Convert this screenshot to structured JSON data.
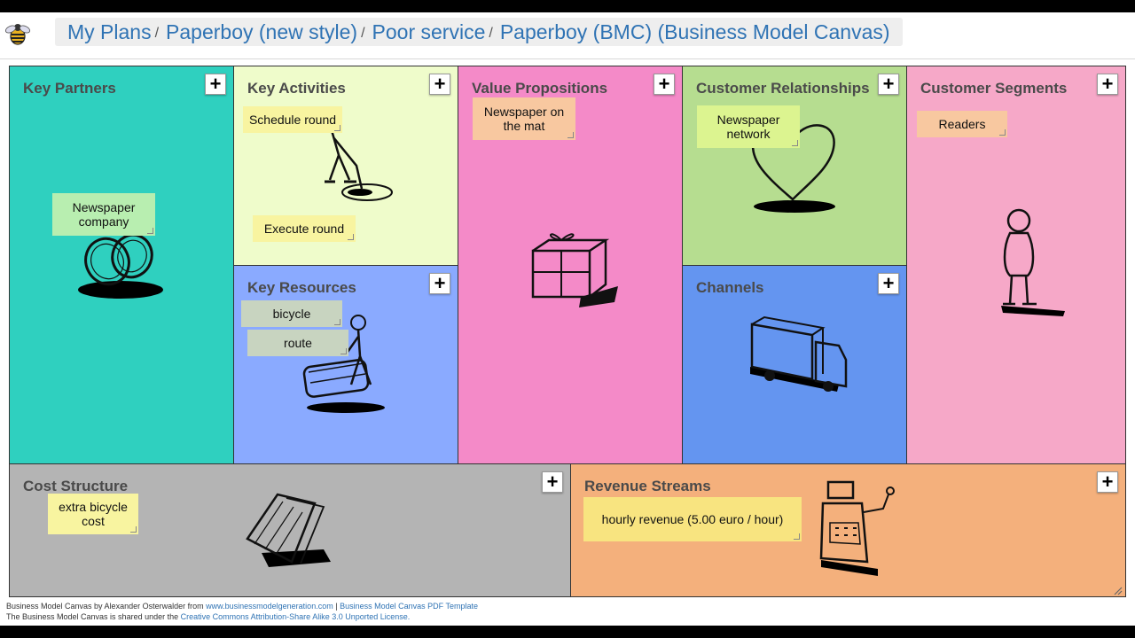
{
  "breadcrumb": {
    "items": [
      "My Plans",
      "Paperboy (new style)",
      "Poor service",
      "Paperboy (BMC) (Business Model Canvas)"
    ],
    "separator": "/"
  },
  "blocks": {
    "key_partners": {
      "title": "Key Partners",
      "notes": [
        "Newspaper company"
      ]
    },
    "key_activities": {
      "title": "Key Activities",
      "notes": [
        "Schedule round",
        "Execute round"
      ]
    },
    "key_resources": {
      "title": "Key Resources",
      "notes": [
        "bicycle",
        "route"
      ]
    },
    "value_propositions": {
      "title": "Value Propositions",
      "notes": [
        "Newspaper on the mat"
      ]
    },
    "customer_relationships": {
      "title": "Customer Relationships",
      "notes": [
        "Newspaper network"
      ]
    },
    "channels": {
      "title": "Channels",
      "notes": []
    },
    "customer_segments": {
      "title": "Customer Segments",
      "notes": [
        "Readers"
      ]
    },
    "cost_structure": {
      "title": "Cost Structure",
      "notes": [
        "extra bicycle cost"
      ]
    },
    "revenue_streams": {
      "title": "Revenue Streams",
      "notes": [
        "hourly revenue (5.00 euro / hour)"
      ]
    }
  },
  "add_label": "+",
  "footer": {
    "line1_prefix": "Business Model Canvas by Alexander Osterwalder from",
    "line1_link1": "www.businessmodelgeneration.com",
    "line1_sep": "|",
    "line1_link2": "Business Model Canvas PDF Template",
    "line2_prefix": "The Business Model Canvas is shared under the",
    "line2_link": "Creative Commons Attribution-Share Alike 3.0 Unported License."
  },
  "colors": {
    "key_partners": "#2fd0bf",
    "key_activities": "#effccb",
    "key_resources": "#8aaaff",
    "value_propositions": "#f48ac8",
    "customer_relationships": "#b6dd90",
    "channels": "#6495f0",
    "customer_segments": "#f6a8c8",
    "cost_structure": "#b4b4b4",
    "revenue_streams": "#f4b07c",
    "note_green": "#b8eeb0",
    "note_yellow": "#f8f4a0",
    "note_grey": "#c8d4c0",
    "note_peach": "#f8c8a0",
    "note_lime": "#dcf490",
    "breadcrumb_link": "#2f73b4"
  },
  "icons": [
    "bee-logo-icon",
    "plus-icon",
    "rings-icon",
    "digging-person-icon",
    "gift-icon",
    "heart-icon",
    "person-icon",
    "bicycle-person-icon",
    "truck-icon",
    "documents-icon",
    "cash-register-icon"
  ]
}
